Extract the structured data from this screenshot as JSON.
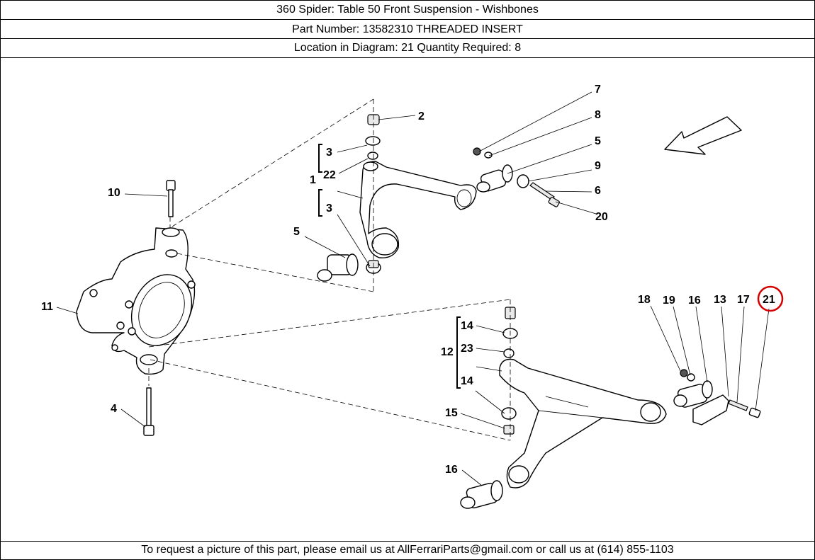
{
  "header": {
    "title_line": "360 Spider:    Table 50 Front Suspension - Wishbones",
    "part_line": "Part Number: 13582310   THREADED INSERT",
    "location_line": "Location in Diagram: 21   Quantity Required: 8"
  },
  "footer": {
    "request_line": "To request a picture of this part, please email us at AllFerrariParts@gmail.com or call us at (614) 855-1103"
  },
  "diagram": {
    "highlighted_callout": "21",
    "highlight_color": "#d40000",
    "callouts": {
      "c1": "1",
      "c2": "2",
      "c3a": "3",
      "c3b": "3",
      "c4": "4",
      "c5a": "5",
      "c5b": "5",
      "c6": "6",
      "c7": "7",
      "c8": "8",
      "c9": "9",
      "c10": "10",
      "c11": "11",
      "c12": "12",
      "c13": "13",
      "c14a": "14",
      "c14b": "14",
      "c15": "15",
      "c16a": "16",
      "c16b": "16",
      "c17": "17",
      "c18": "18",
      "c19": "19",
      "c20": "20",
      "c21": "21",
      "c22": "22",
      "c23": "23"
    }
  }
}
